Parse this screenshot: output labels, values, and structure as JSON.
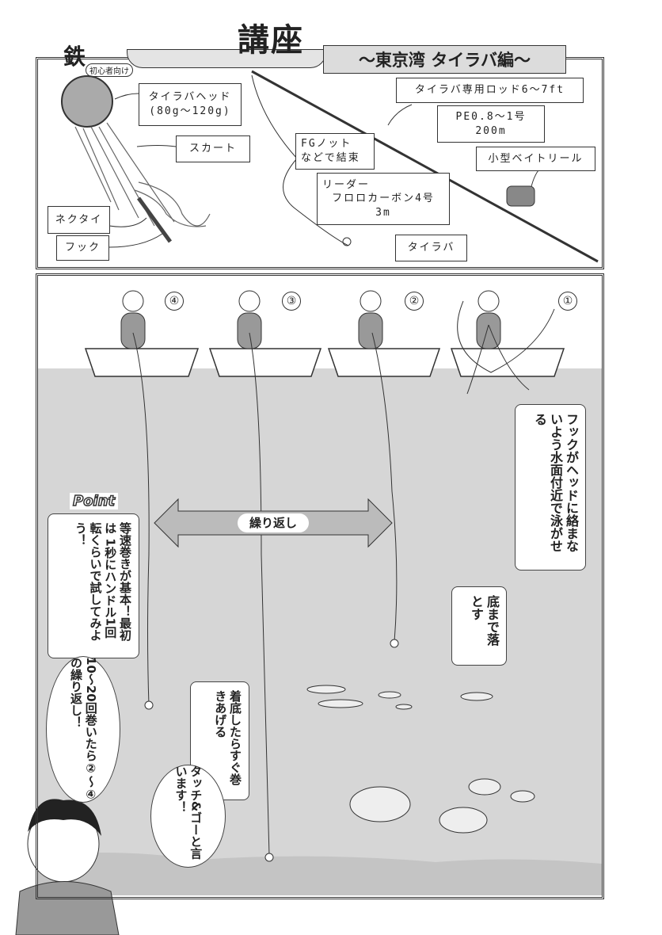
{
  "header": {
    "title_fragment": "講座",
    "title_left_fragment": "鉄",
    "beginner_badge": "初心者向け",
    "subtitle": "〜東京湾 タイラバ編〜"
  },
  "tackle_panel": {
    "labels": {
      "head": [
        "タイラバヘッド",
        "(80g〜120g)"
      ],
      "skirt": "スカート",
      "necktie": "ネクタイ",
      "hook": "フック",
      "knot": [
        "FGノット",
        "などで結束"
      ],
      "leader": [
        "リーダー",
        "フロロカーボン4号",
        "3m"
      ],
      "tairaba": "タイラバ",
      "rod": "タイラバ専用ロッド6〜7ft",
      "line": [
        "PE0.8〜1号",
        "200m"
      ],
      "reel": "小型ベイトリール"
    }
  },
  "process_panel": {
    "steps": [
      "①",
      "②",
      "③",
      "④"
    ],
    "repeat_arrow": "繰り返し",
    "point_logo": "Point",
    "point_text": "等速巻きが基本！最初は 1秒にハンドル1回転くらいで試してみよう！",
    "step1_note": "フックがヘッドに絡まないよう水面付近で泳がせる",
    "step2_note": "底まで落とす",
    "step3_note": "着底したらすぐ巻きあげる",
    "repeat_bubble": "10〜20回巻いたら②〜④の繰り返し！",
    "touch_go_bubble": "タッチ&ゴーと言います！"
  },
  "colors": {
    "water": "#d6d6d6",
    "ink": "#222222",
    "ribbon": "#dcdcdc",
    "seabed": "#c4c4c4"
  }
}
